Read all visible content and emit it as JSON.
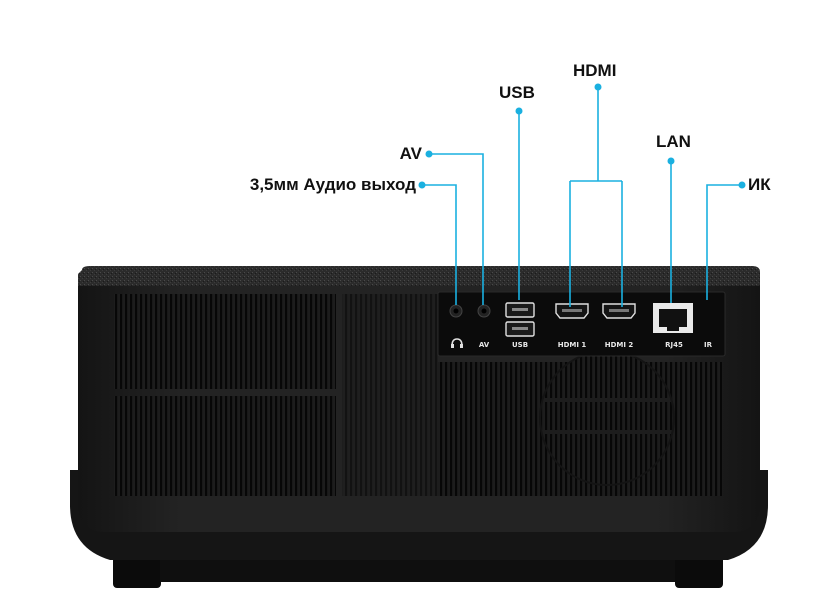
{
  "callouts": {
    "hdmi": "HDMI",
    "usb": "USB",
    "lan": "LAN",
    "av": "AV",
    "ir": "ИК",
    "audio": "3,5мм Аудио выход"
  },
  "panel_labels": {
    "av": "AV",
    "usb": "USB",
    "hdmi1": "HDMI 1",
    "hdmi2": "HDMI 2",
    "rj45": "RJ45",
    "ir": "IR"
  },
  "icons": {
    "headphone": "headphone-icon"
  },
  "colors": {
    "callout_line": "#1ab0e0",
    "body": "#1c1c1c",
    "panel": "#0e0e0e",
    "text": "#111111"
  }
}
